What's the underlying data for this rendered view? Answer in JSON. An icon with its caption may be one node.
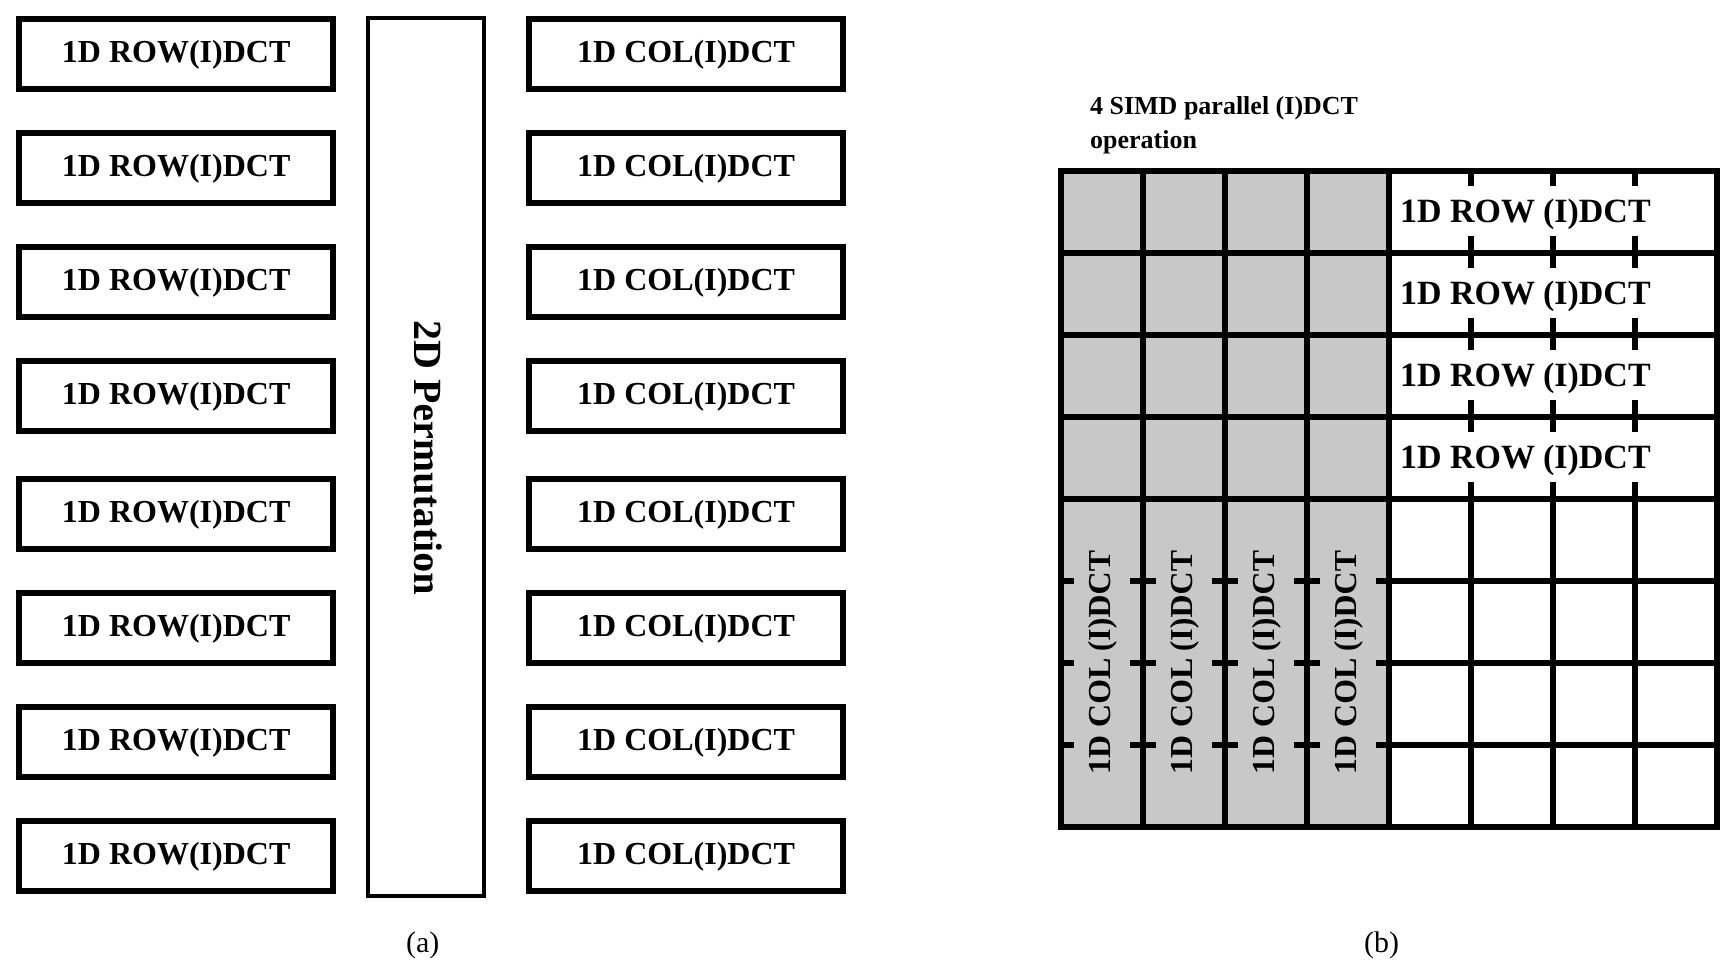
{
  "diagram": {
    "nodes": [
      {
        "text": [
          "1D ROW(I)DCT"
        ]
      },
      {
        "text": [
          "1D ROW(I)DCT"
        ]
      },
      {
        "text": [
          "1D ROW(I)DCT"
        ]
      },
      {
        "text": [
          "1D ROW(I)DCT"
        ]
      },
      {
        "text": [
          "1D ROW(I)DCT"
        ]
      },
      {
        "text": [
          "1D ROW(I)DCT"
        ]
      },
      {
        "text": [
          "1D ROW(I)DCT"
        ]
      },
      {
        "text": [
          "1D ROW(I)DCT"
        ]
      },
      {
        "text": [
          "2D Permutation"
        ]
      },
      {
        "text": [
          "1D COL(I)DCT"
        ]
      },
      {
        "text": [
          "1D COL(I)DCT"
        ]
      },
      {
        "text": [
          "1D COL(I)DCT"
        ]
      },
      {
        "text": [
          "1D COL(I)DCT"
        ]
      },
      {
        "text": [
          "1D COL(I)DCT"
        ]
      },
      {
        "text": [
          "1D COL(I)DCT"
        ]
      },
      {
        "text": [
          "1D COL(I)DCT"
        ]
      },
      {
        "text": [
          "1D COL(I)DCT"
        ]
      },
      {
        "text": [
          "1D ROW (I)DCT"
        ]
      },
      {
        "text": [
          "1D ROW (I)DCT"
        ]
      },
      {
        "text": [
          "1D ROW (I)DCT"
        ]
      },
      {
        "text": [
          "1D ROW (I)DCT"
        ]
      },
      {
        "text": [
          "1D COL (I)DCT"
        ]
      },
      {
        "text": [
          "1D COL (I)DCT"
        ]
      },
      {
        "text": [
          "1D COL (I)DCT"
        ]
      },
      {
        "text": [
          "1D COL (I)DCT"
        ]
      }
    ],
    "edges": [],
    "labels": [
      "4 SIMD parallel (I)DCT operation",
      "(a)",
      "(b)"
    ]
  }
}
